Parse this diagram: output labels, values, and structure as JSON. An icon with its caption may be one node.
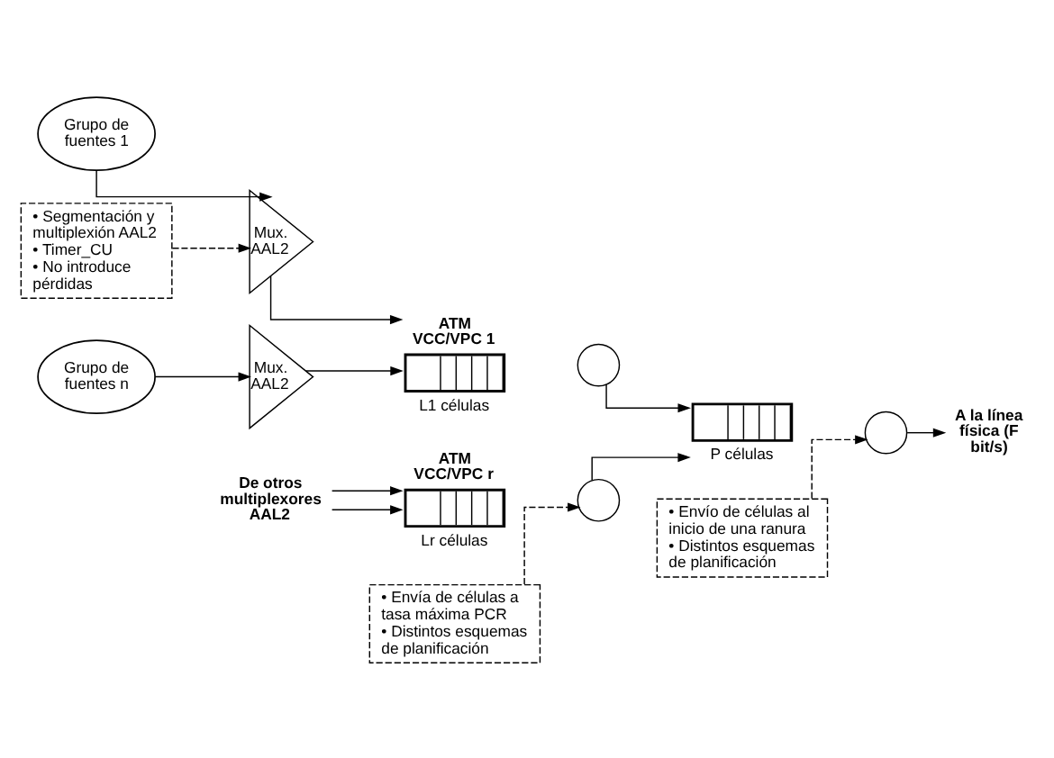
{
  "diagram": {
    "nodes": [
      {
        "text": [
          "Grupo de fuentes 1"
        ]
      },
      {
        "text": [
          "Mux. AAL2"
        ]
      },
      {
        "text": [
          "Grupo de fuentes n"
        ]
      },
      {
        "text": [
          "Mux. AAL2"
        ]
      },
      {
        "text": [
          "• Segmentación y multiplexión AAL2",
          "• Timer_CU",
          "• No introduce pérdidas"
        ]
      },
      {
        "text": [
          "ATM VCC/VPC 1"
        ],
        "beside": [
          "L1 células"
        ]
      },
      {
        "text": [],
        "shape": "circle"
      },
      {
        "text": [
          "De otros multiplexores AAL2"
        ]
      },
      {
        "text": [
          "ATM VCC/VPC r"
        ],
        "beside": [
          "Lr células"
        ]
      },
      {
        "text": [],
        "shape": "circle"
      },
      {
        "text": [
          "• Envío de células al inicio de una ranura",
          "• Distintos esquemas de planificación"
        ]
      },
      {
        "text": [],
        "shape": "box",
        "beside": [
          "P células"
        ]
      },
      {
        "text": [],
        "shape": "circle"
      },
      {
        "text": [
          "A la línea física (F bit/s)"
        ]
      },
      {
        "text": [
          "• Envía de células a tasa máxima PCR",
          "• Distintos esquemas de planificación"
        ]
      }
    ],
    "edges": [
      {
        "from": 0,
        "to": 1,
        "arrow": "to"
      },
      {
        "from": 2,
        "to": 3,
        "arrow": "to"
      },
      {
        "from": 1,
        "to": 5,
        "arrow": "to"
      },
      {
        "from": 3,
        "to": 5,
        "arrow": "to"
      },
      {
        "from": 7,
        "to": 8,
        "arrow": "to"
      },
      {
        "from": 7,
        "to": 8,
        "arrow": "to"
      },
      {
        "from": 6,
        "to": 11,
        "arrow": "to"
      },
      {
        "from": 9,
        "to": 11,
        "arrow": "to"
      },
      {
        "from": 12,
        "to": 13,
        "arrow": "to"
      },
      {
        "from": 4,
        "to": 1,
        "arrow": "to",
        "style": "dashed"
      },
      {
        "from": 10,
        "to": 12,
        "arrow": "to",
        "style": "dashed"
      },
      {
        "from": 14,
        "to": 9,
        "arrow": "to",
        "style": "dashed"
      }
    ]
  }
}
